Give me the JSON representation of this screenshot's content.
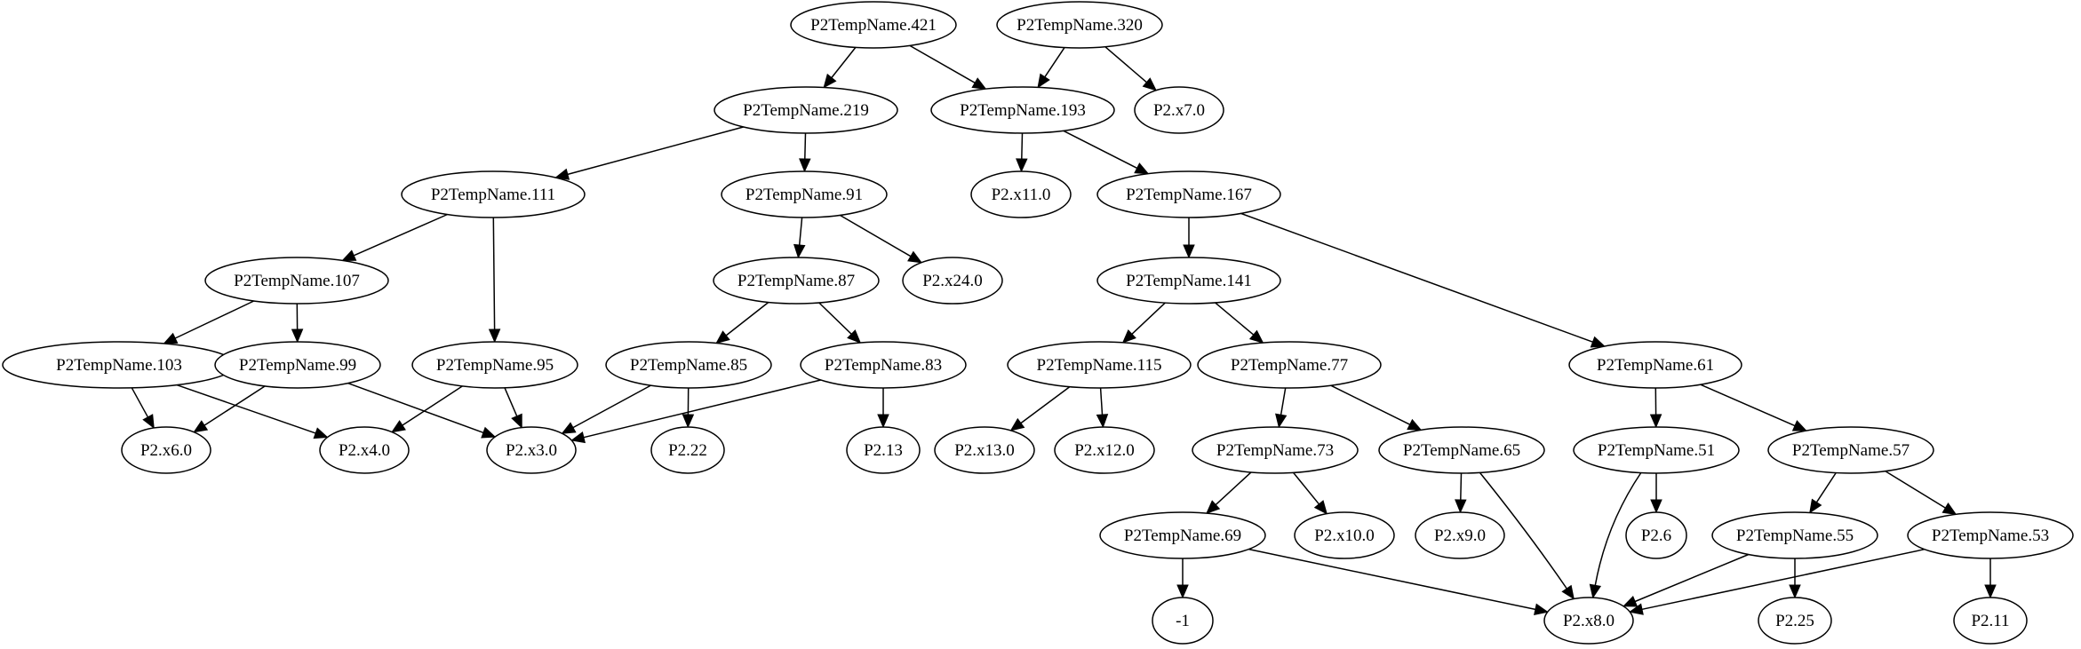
{
  "graph": {
    "colors": {
      "stroke": "#000000",
      "fill": "#ffffff",
      "background": "#ffffff"
    },
    "nodes": [
      {
        "id": "n421",
        "label": "P2TempName.421"
      },
      {
        "id": "n320",
        "label": "P2TempName.320"
      },
      {
        "id": "n219",
        "label": "P2TempName.219"
      },
      {
        "id": "n193",
        "label": "P2TempName.193"
      },
      {
        "id": "x7",
        "label": "P2.x7.0"
      },
      {
        "id": "n111",
        "label": "P2TempName.111"
      },
      {
        "id": "n91",
        "label": "P2TempName.91"
      },
      {
        "id": "x11",
        "label": "P2.x11.0"
      },
      {
        "id": "n167",
        "label": "P2TempName.167"
      },
      {
        "id": "n107",
        "label": "P2TempName.107"
      },
      {
        "id": "n87",
        "label": "P2TempName.87"
      },
      {
        "id": "x24",
        "label": "P2.x24.0"
      },
      {
        "id": "n141",
        "label": "P2TempName.141"
      },
      {
        "id": "n103",
        "label": "P2TempName.103"
      },
      {
        "id": "n99",
        "label": "P2TempName.99"
      },
      {
        "id": "n95",
        "label": "P2TempName.95"
      },
      {
        "id": "n85",
        "label": "P2TempName.85"
      },
      {
        "id": "n83",
        "label": "P2TempName.83"
      },
      {
        "id": "n115",
        "label": "P2TempName.115"
      },
      {
        "id": "n77",
        "label": "P2TempName.77"
      },
      {
        "id": "n61",
        "label": "P2TempName.61"
      },
      {
        "id": "x6",
        "label": "P2.x6.0"
      },
      {
        "id": "x4",
        "label": "P2.x4.0"
      },
      {
        "id": "x3",
        "label": "P2.x3.0"
      },
      {
        "id": "v22",
        "label": "P2.22"
      },
      {
        "id": "v13",
        "label": "P2.13"
      },
      {
        "id": "x13",
        "label": "P2.x13.0"
      },
      {
        "id": "x12",
        "label": "P2.x12.0"
      },
      {
        "id": "n73",
        "label": "P2TempName.73"
      },
      {
        "id": "n65",
        "label": "P2TempName.65"
      },
      {
        "id": "n51",
        "label": "P2TempName.51"
      },
      {
        "id": "n57",
        "label": "P2TempName.57"
      },
      {
        "id": "n69",
        "label": "P2TempName.69"
      },
      {
        "id": "x10",
        "label": "P2.x10.0"
      },
      {
        "id": "x9",
        "label": "P2.x9.0"
      },
      {
        "id": "v6",
        "label": "P2.6"
      },
      {
        "id": "n55",
        "label": "P2TempName.55"
      },
      {
        "id": "n53",
        "label": "P2TempName.53"
      },
      {
        "id": "m1",
        "label": "-1"
      },
      {
        "id": "x8",
        "label": "P2.x8.0"
      },
      {
        "id": "v25",
        "label": "P2.25"
      },
      {
        "id": "v11",
        "label": "P2.11"
      }
    ],
    "edges": [
      {
        "from": "n421",
        "to": "n219"
      },
      {
        "from": "n421",
        "to": "n193"
      },
      {
        "from": "n320",
        "to": "n193"
      },
      {
        "from": "n320",
        "to": "x7"
      },
      {
        "from": "n219",
        "to": "n111"
      },
      {
        "from": "n219",
        "to": "n91"
      },
      {
        "from": "n193",
        "to": "x11"
      },
      {
        "from": "n193",
        "to": "n167"
      },
      {
        "from": "n111",
        "to": "n107"
      },
      {
        "from": "n111",
        "to": "n95"
      },
      {
        "from": "n91",
        "to": "n87"
      },
      {
        "from": "n91",
        "to": "x24"
      },
      {
        "from": "n167",
        "to": "n141"
      },
      {
        "from": "n167",
        "to": "n61"
      },
      {
        "from": "n107",
        "to": "n103"
      },
      {
        "from": "n107",
        "to": "n99"
      },
      {
        "from": "n87",
        "to": "n85"
      },
      {
        "from": "n87",
        "to": "n83"
      },
      {
        "from": "n141",
        "to": "n115"
      },
      {
        "from": "n141",
        "to": "n77"
      },
      {
        "from": "n103",
        "to": "x6"
      },
      {
        "from": "n103",
        "to": "x4"
      },
      {
        "from": "n99",
        "to": "x6"
      },
      {
        "from": "n99",
        "to": "x3"
      },
      {
        "from": "n95",
        "to": "x4"
      },
      {
        "from": "n95",
        "to": "x3"
      },
      {
        "from": "n85",
        "to": "x3"
      },
      {
        "from": "n85",
        "to": "v22"
      },
      {
        "from": "n83",
        "to": "x3"
      },
      {
        "from": "n83",
        "to": "v13"
      },
      {
        "from": "n115",
        "to": "x13"
      },
      {
        "from": "n115",
        "to": "x12"
      },
      {
        "from": "n77",
        "to": "n73"
      },
      {
        "from": "n77",
        "to": "n65"
      },
      {
        "from": "n61",
        "to": "n51"
      },
      {
        "from": "n61",
        "to": "n57"
      },
      {
        "from": "n73",
        "to": "n69"
      },
      {
        "from": "n73",
        "to": "x10"
      },
      {
        "from": "n65",
        "to": "x9"
      },
      {
        "from": "n65",
        "to": "x8"
      },
      {
        "from": "n51",
        "to": "x8"
      },
      {
        "from": "n51",
        "to": "v6"
      },
      {
        "from": "n57",
        "to": "n55"
      },
      {
        "from": "n57",
        "to": "n53"
      },
      {
        "from": "n69",
        "to": "m1"
      },
      {
        "from": "n69",
        "to": "x8"
      },
      {
        "from": "n55",
        "to": "x8"
      },
      {
        "from": "n55",
        "to": "v25"
      },
      {
        "from": "n53",
        "to": "x8"
      },
      {
        "from": "n53",
        "to": "v11"
      }
    ]
  }
}
